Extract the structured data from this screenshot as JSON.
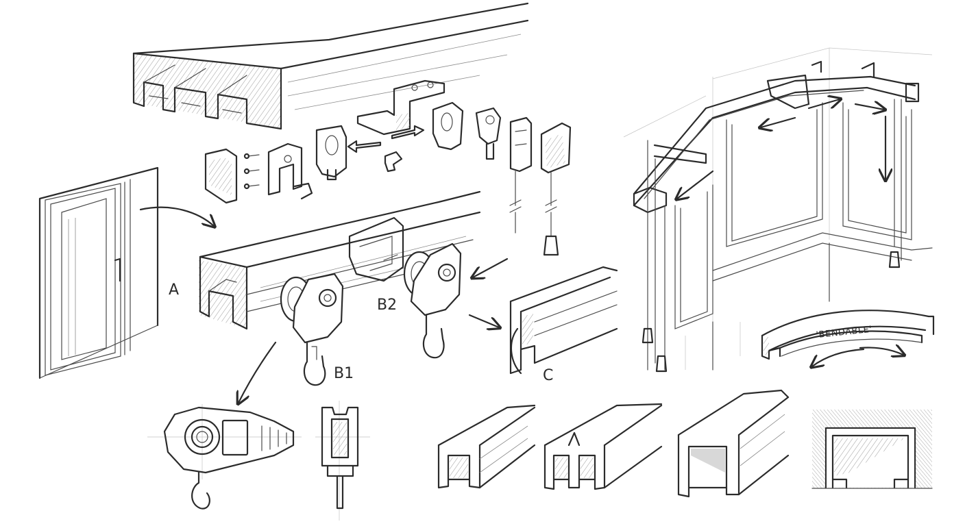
{
  "labels": {
    "a": "A",
    "b1": "B1",
    "b2": "B2",
    "c": "C",
    "bendable": "'BENDABLE'"
  }
}
